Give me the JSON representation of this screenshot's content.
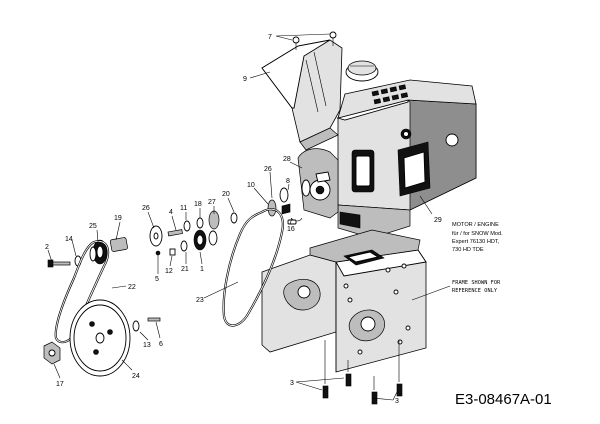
{
  "diagram": {
    "drawing_number": "E3-08467A-01",
    "motor_label": {
      "line1": "MOTOR / ENGINE",
      "line2": "für / for SNOW Mod.",
      "line3": "Expert 76130 HDT,",
      "line4": "730 HD TDE"
    },
    "frame_note": {
      "line1": "FRAME SHOWN FOR",
      "line2": "REFERENCE ONLY"
    },
    "callouts": {
      "c1": "1",
      "c2": "2",
      "c3": "3",
      "c4": "4",
      "c5": "5",
      "c6": "6",
      "c7": "7",
      "c8": "8",
      "c9": "9",
      "c10": "10",
      "c11": "11",
      "c12": "12",
      "c13": "13",
      "c14": "14",
      "c16": "16",
      "c17": "17",
      "c18": "18",
      "c19": "19",
      "c20": "20",
      "c21": "21",
      "c22": "22",
      "c23": "23",
      "c24": "24",
      "c25": "25",
      "c26a": "26",
      "c26b": "26",
      "c27": "27",
      "c28": "28",
      "c29": "29"
    }
  }
}
